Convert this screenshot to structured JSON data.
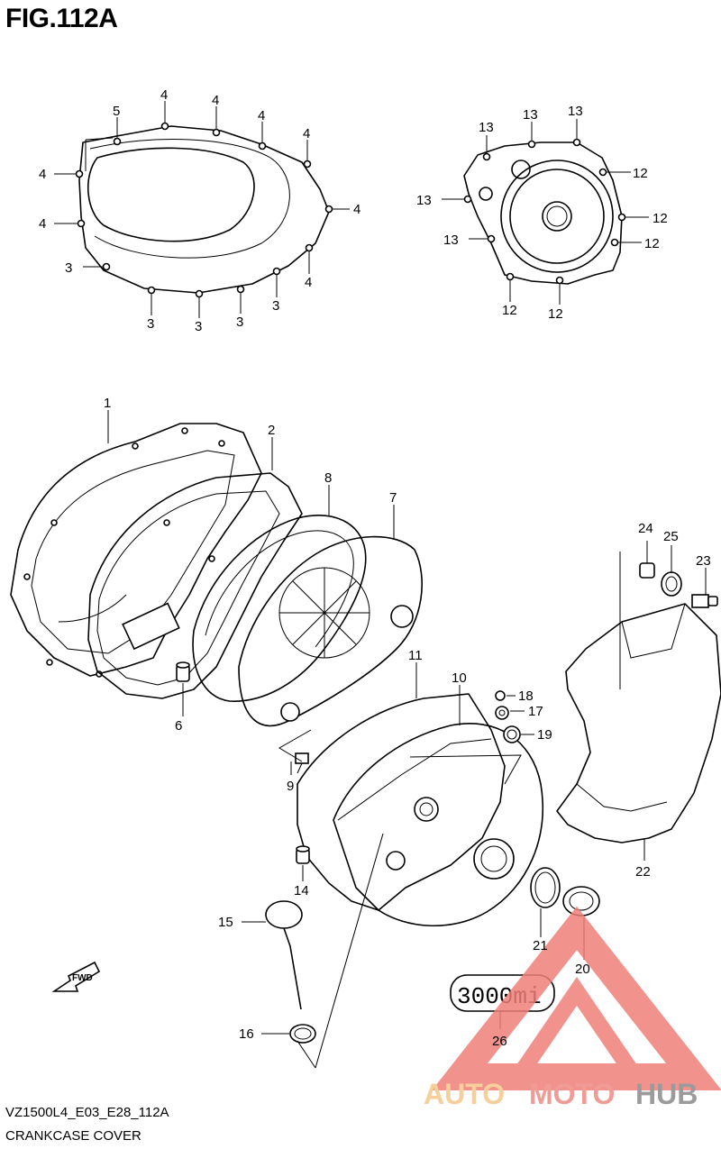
{
  "figure": {
    "title": "FIG.112A",
    "code": "VZ1500L4_E03_E28_112A",
    "caption": "CRANKCASE COVER"
  },
  "fwd_label": "FWD",
  "odometer_label": "3000mi",
  "watermark": {
    "auto": "AUTO",
    "moto": "MOTO",
    "hub": "HUB",
    "colors": {
      "auto": "#f5c78a",
      "moto": "#ef8a84",
      "hub": "#8a8a8a",
      "triangle": "#ef7f7a"
    }
  },
  "callouts": [
    {
      "id": "c1",
      "text": "1"
    },
    {
      "id": "c2",
      "text": "2"
    },
    {
      "id": "c3a",
      "text": "3"
    },
    {
      "id": "c3b",
      "text": "3"
    },
    {
      "id": "c3c",
      "text": "3"
    },
    {
      "id": "c3d",
      "text": "3"
    },
    {
      "id": "c3e",
      "text": "3"
    },
    {
      "id": "c4a",
      "text": "4"
    },
    {
      "id": "c4b",
      "text": "4"
    },
    {
      "id": "c4c",
      "text": "4"
    },
    {
      "id": "c4d",
      "text": "4"
    },
    {
      "id": "c4e",
      "text": "4"
    },
    {
      "id": "c4f",
      "text": "4"
    },
    {
      "id": "c4g",
      "text": "4"
    },
    {
      "id": "c4h",
      "text": "4"
    },
    {
      "id": "c5",
      "text": "5"
    },
    {
      "id": "c6",
      "text": "6"
    },
    {
      "id": "c7",
      "text": "7"
    },
    {
      "id": "c8",
      "text": "8"
    },
    {
      "id": "c9",
      "text": "9"
    },
    {
      "id": "c10",
      "text": "10"
    },
    {
      "id": "c11",
      "text": "11"
    },
    {
      "id": "c12a",
      "text": "12"
    },
    {
      "id": "c12b",
      "text": "12"
    },
    {
      "id": "c12c",
      "text": "12"
    },
    {
      "id": "c12d",
      "text": "12"
    },
    {
      "id": "c12e",
      "text": "12"
    },
    {
      "id": "c13a",
      "text": "13"
    },
    {
      "id": "c13b",
      "text": "13"
    },
    {
      "id": "c13c",
      "text": "13"
    },
    {
      "id": "c13d",
      "text": "13"
    },
    {
      "id": "c13e",
      "text": "13"
    },
    {
      "id": "c14",
      "text": "14"
    },
    {
      "id": "c15",
      "text": "15"
    },
    {
      "id": "c16",
      "text": "16"
    },
    {
      "id": "c17",
      "text": "17"
    },
    {
      "id": "c18",
      "text": "18"
    },
    {
      "id": "c19",
      "text": "19"
    },
    {
      "id": "c20",
      "text": "20"
    },
    {
      "id": "c21",
      "text": "21"
    },
    {
      "id": "c22",
      "text": "22"
    },
    {
      "id": "c23",
      "text": "23"
    },
    {
      "id": "c24",
      "text": "24"
    },
    {
      "id": "c25",
      "text": "25"
    },
    {
      "id": "c26",
      "text": "26"
    }
  ]
}
